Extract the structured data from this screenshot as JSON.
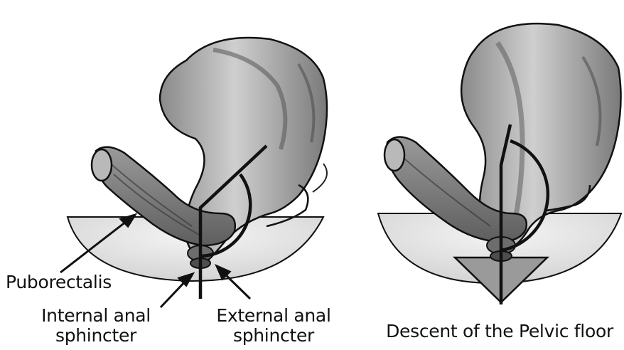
{
  "labels": {
    "puborectalis": "Puborectalis",
    "internal_line1": "Internal anal",
    "internal_line2": "sphincter",
    "external_line1": "External anal",
    "external_line2": "sphincter",
    "descent": "Descent of the Pelvic floor"
  }
}
